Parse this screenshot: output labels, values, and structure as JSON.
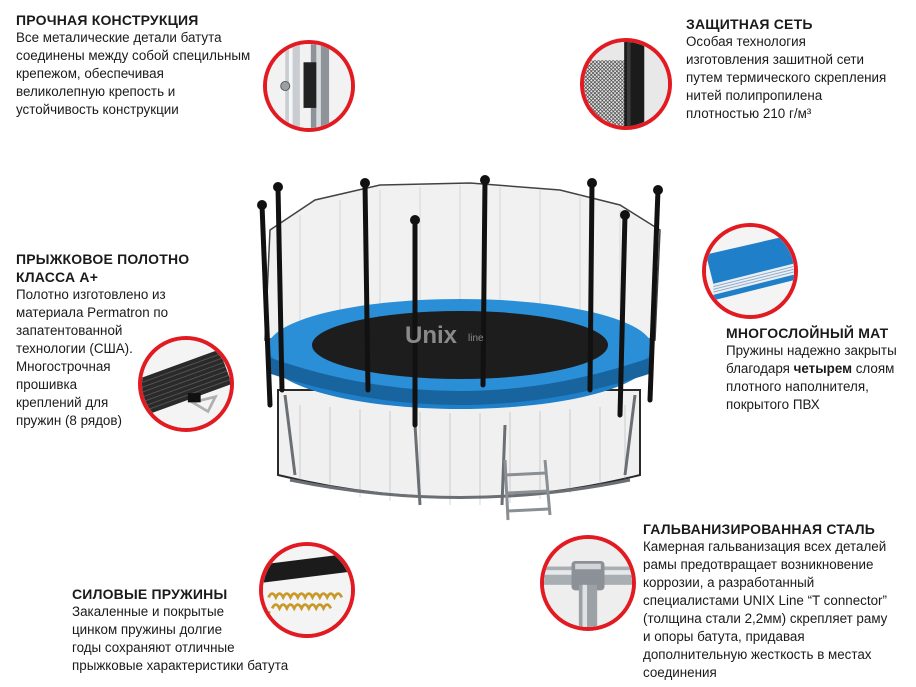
{
  "sections": {
    "construction": {
      "title": "ПРОЧНАЯ КОНСТРУКЦИЯ",
      "text": "Все металические детали батута\nсоединены между собой специльным\nкрепежом, обеспечивая\nвеликолепную крепость и\nустойчивость конструкции"
    },
    "net": {
      "title": "ЗАЩИТНАЯ СЕТЬ",
      "text": "Особая технология\nизготовления зашитной сети\nпутем термического скрепления\nнитей полипропилена\nплотностью 210 г/м³"
    },
    "jumping_mat": {
      "title": "ПРЫЖКОВОЕ ПОЛОТНО\nКЛАССА А+",
      "text": "Полотно изготовлено из\nматериала Permatron по\nзапатентованной\nтехнологии (США).\nМногострочная\nпрошивка\nкреплений для\nпружин (8 рядов)"
    },
    "multilayer_mat": {
      "title": "МНОГОСЛОЙНЫЙ МАТ",
      "text_before": "Пружины надежно закрыты\nблагодаря ",
      "text_bold": "четырем",
      "text_after": " слоям\nплотного наполнителя,\nпокрытого ПВХ"
    },
    "springs": {
      "title": "СИЛОВЫЕ ПРУЖИНЫ",
      "text": "Закаленные и покрытые\nцинком пружины долгие\nгоды сохраняют отличные\nпрыжковые характеристики батута"
    },
    "steel": {
      "title": "ГАЛЬВАНИЗИРОВАННАЯ СТАЛЬ",
      "text": "Камерная гальванизация всех деталей\nрамы предотвращает возникновение\nкоррозии, а разработанный\nспециалистами  UNIX Line “T connector”\n(толщина стали 2,2мм) скрепляет раму\nи опоры батута, придавая\nдополнительную жесткость в местах\nсоединения"
    }
  },
  "logo": {
    "brand": "Unix",
    "suffix": "line"
  },
  "colors": {
    "accent_ring": "#e21b22",
    "pad_blue": "#1f7fc8",
    "mat": "#1d1d1d"
  }
}
